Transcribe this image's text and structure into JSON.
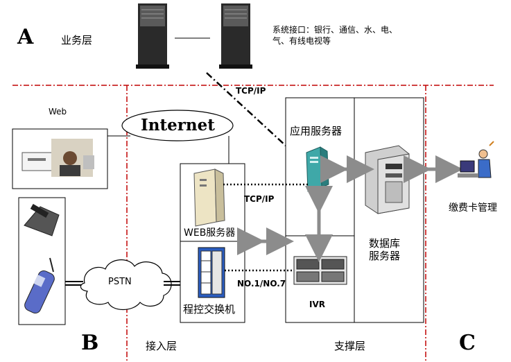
{
  "labels": {
    "a": "A",
    "b": "B",
    "c": "C",
    "business_layer": "业务层",
    "access_layer": "接入层",
    "support_layer": "支撑层",
    "system_interface_line1": "系统接口：银行、通信、水、电、",
    "system_interface_line2": "气、有线电视等",
    "tcpip_top": "TCP/IP",
    "tcpip_mid": "TCP/IP",
    "internet": "Internet",
    "web": "Web",
    "app_server": "应用服务器",
    "web_server": "WEB服务器",
    "pstn": "PSTN",
    "switch": "程控交换机",
    "no1_no7": "NO.1/NO.7",
    "ivr": "IVR",
    "db_server_line1": "数据库",
    "db_server_line2": "服务器",
    "card_mgmt": "缴费卡管理"
  },
  "icons": {
    "server_tower_left": "server-tower-icon",
    "server_tower_right": "server-tower-icon",
    "app_server": "server-icon",
    "db_server": "database-server-icon",
    "web_server": "web-server-icon",
    "switch": "telephone-switch-icon",
    "ivr": "ivr-rack-icon",
    "fax": "fax-machine-icon",
    "mobile": "mobile-phone-icon",
    "person": "user-at-terminal-icon",
    "web_screenshot": "web-page-icon"
  },
  "colors": {
    "divider_red": "#c00000",
    "arrow_gray": "#8c8c8c",
    "app_server_teal": "#3fa8a8"
  }
}
